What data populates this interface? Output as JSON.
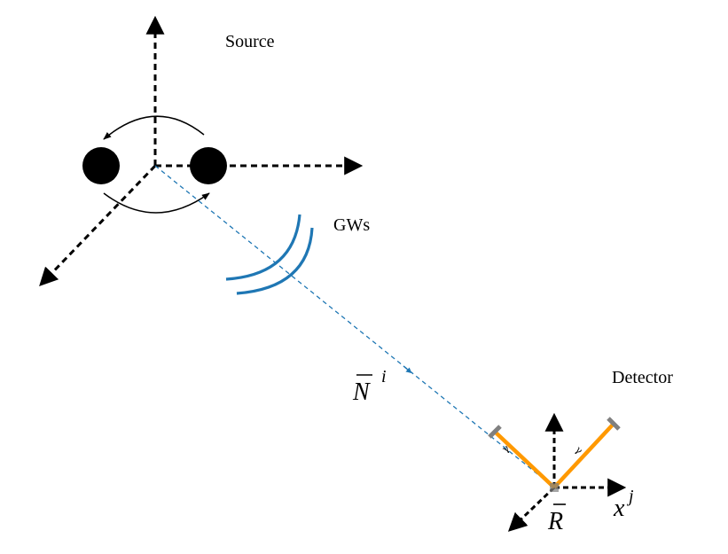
{
  "labels": {
    "source": "Source",
    "gws": "GWs",
    "detector": "Detector",
    "direction": "N",
    "direction_sup": "i",
    "position": "R",
    "axis": "x",
    "axis_sup": "j",
    "arm_tick": "γ"
  },
  "colors": {
    "axes": "#000000",
    "wave": "#1f77b4",
    "line_of_sight": "#1f77b4",
    "arms": "#ff9900",
    "mirrors": "#808080",
    "masses": "#000000"
  }
}
